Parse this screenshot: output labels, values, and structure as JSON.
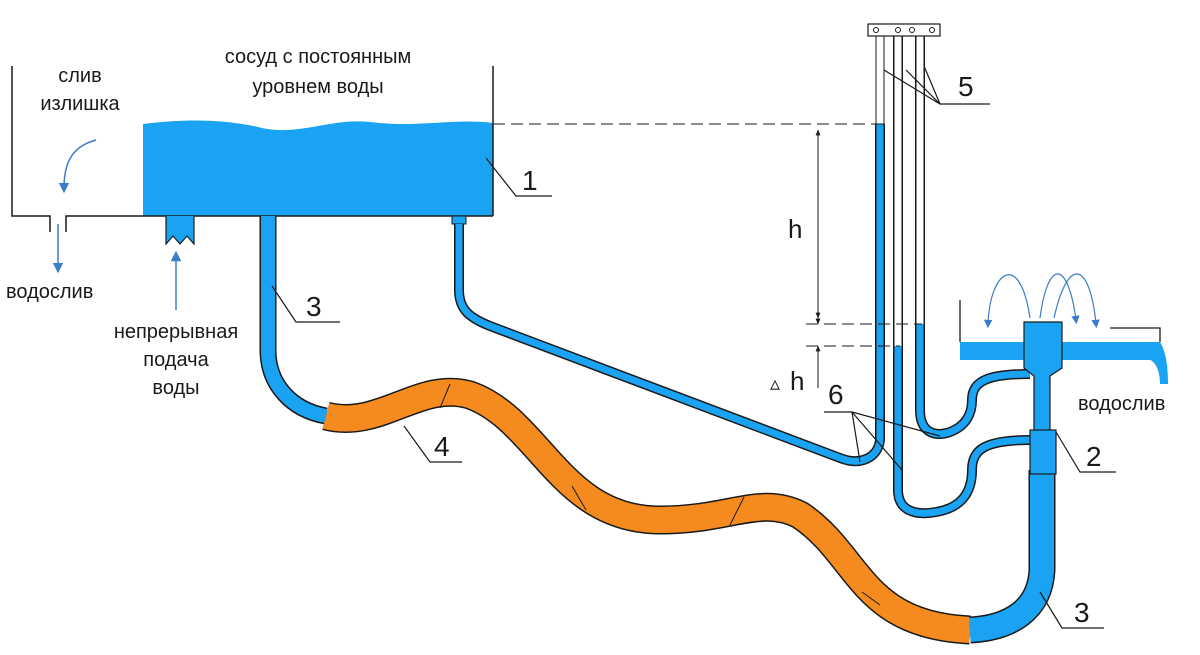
{
  "labels": {
    "vessel_line1": "сосуд с постоянным",
    "vessel_line2": "уровнем воды",
    "overflow_line1": "слив",
    "overflow_line2": "излишка",
    "drain_left": "водослив",
    "supply_line1": "непрерывная",
    "supply_line2": "подача",
    "supply_line3": "воды",
    "drain_right": "водослив",
    "h": "h",
    "delta_symbol": "▵",
    "delta_h": "h"
  },
  "callouts": {
    "n1": "1",
    "n2": "2",
    "n3_left": "3",
    "n3_right": "3",
    "n4": "4",
    "n5": "5",
    "n6": "6"
  },
  "colors": {
    "water": "#1aa3f2",
    "rubber_hose": "#f58a1e",
    "outline": "#1a1a1a",
    "arrow": "#3a7cc9"
  }
}
